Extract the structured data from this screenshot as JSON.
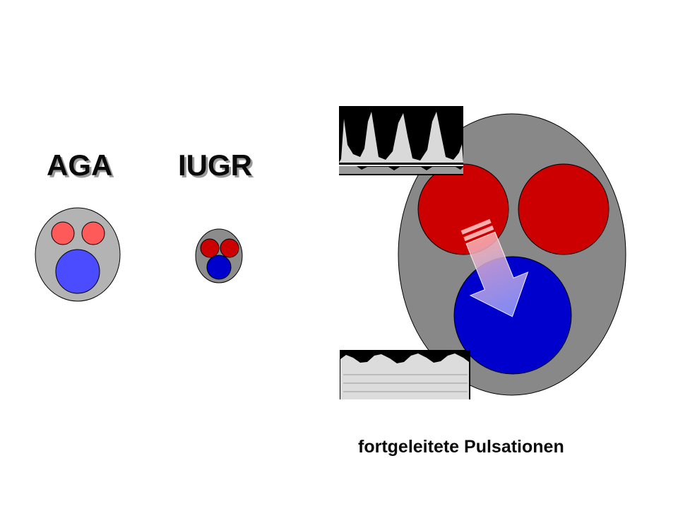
{
  "labels": {
    "aga": "AGA",
    "iugr": "IUGR",
    "caption": "fortgeleitete Pulsationen"
  },
  "colors": {
    "aga_outer": "#b3b3b3",
    "aga_arteries": "#ff5a5a",
    "aga_vein": "#4b4bff",
    "iugr_outer": "#8c8c8c",
    "iugr_arteries": "#cc0000",
    "iugr_vein": "#0000cc",
    "large_outer": "#888888",
    "large_arteries": "#cc0000",
    "large_vein": "#0000cc",
    "arrow": "#9aa4ff",
    "doppler_bg": "#000000"
  },
  "icons": {
    "arrow": "pulse-transmission-arrow-icon",
    "doppler_top": "arterial-doppler-waveform",
    "doppler_bottom": "venous-doppler-waveform"
  }
}
